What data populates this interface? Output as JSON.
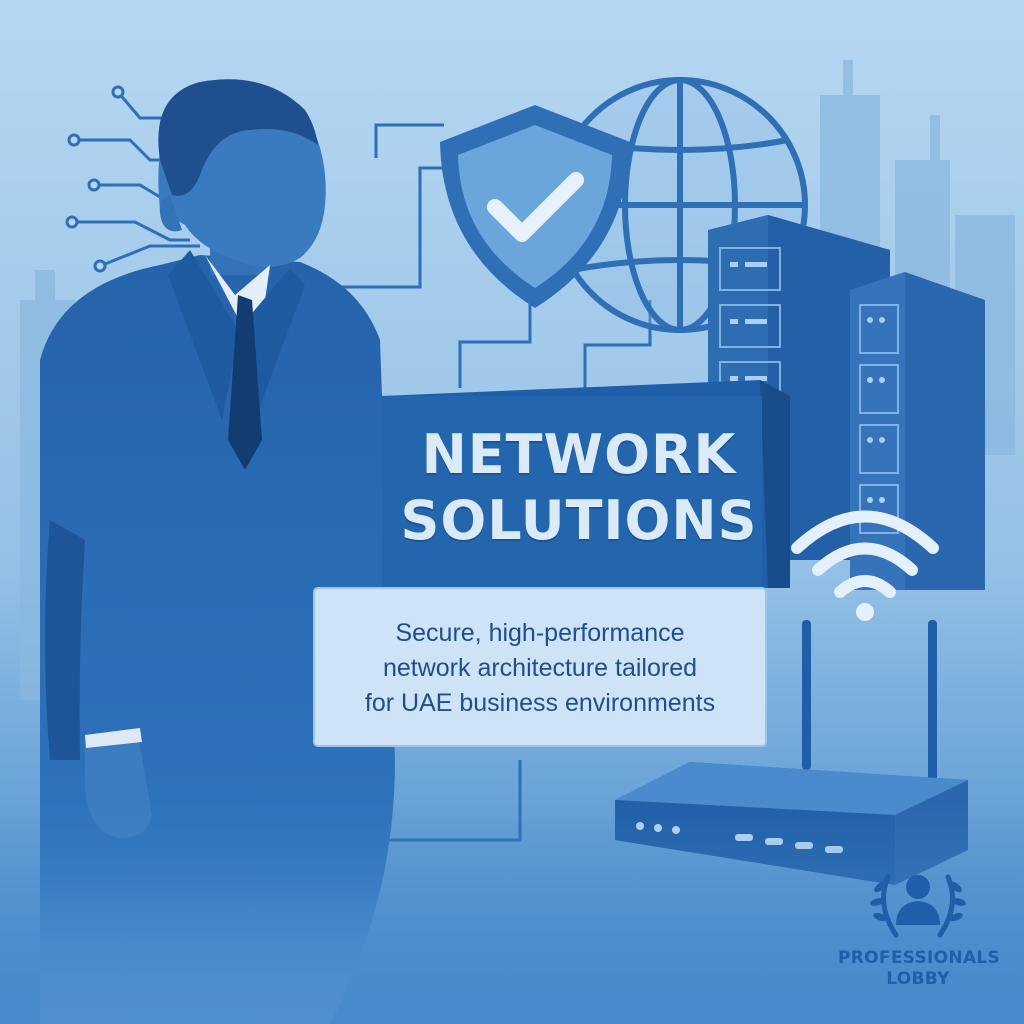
{
  "headline": {
    "line1": "NETWORK",
    "line2": "SOLUTIONS"
  },
  "tagline": {
    "line1": "Secure, high-performance",
    "line2": "network architecture tailored",
    "line3": "for UAE business environments"
  },
  "brand": {
    "line1": "PROFESSIONALS",
    "line2": "LOBBY"
  },
  "icons": {
    "shield": "shield-check-icon",
    "globe": "globe-icon",
    "wifi": "wifi-icon",
    "servers": "server-rack-icon",
    "router": "router-icon",
    "circuit": "circuit-lines-icon",
    "logo": "laurel-person-logo-icon"
  },
  "colors": {
    "background_top": "#b6d7f1",
    "background_bottom": "#3f86c9",
    "navy": "#1f5ea8",
    "panel": "#2466ad",
    "light_text": "#dbeaf7"
  }
}
